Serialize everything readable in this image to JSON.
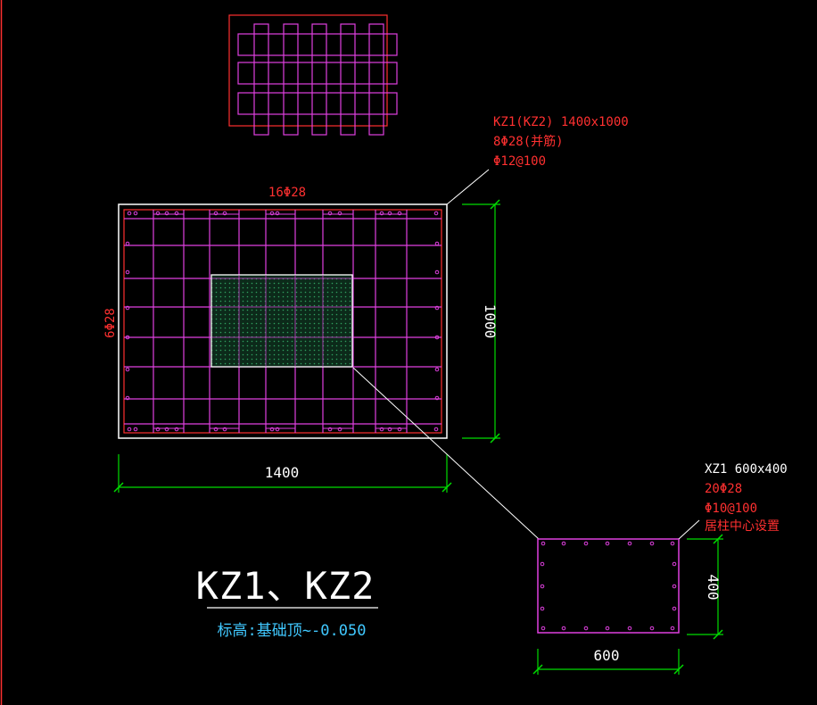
{
  "colors": {
    "background": "#000000",
    "red": "#ff3030",
    "magenta": "#e040e0",
    "white": "#ffffff",
    "green": "#00dd00",
    "cyan": "#40c8ff",
    "dim_text": "#ffffff",
    "hatch": "#1f6a3e"
  },
  "main_section": {
    "top_rebar_label": "16Φ28",
    "side_rebar_label": "6Φ28",
    "dim_width": "1400",
    "dim_height": "1000"
  },
  "leader_main": {
    "line1": "KZ1(KZ2) 1400x1000",
    "line2": "8Φ28(并筋)",
    "line3": "Φ12@100"
  },
  "core_section": {
    "line1": "XZ1 600x400",
    "line2": "20Φ28",
    "line3": "Φ10@100",
    "line4": "居柱中心设置",
    "dim_width": "600",
    "dim_height": "400"
  },
  "title_block": {
    "title": "KZ1、KZ2",
    "subtitle": "标高:基础顶~-0.050"
  }
}
